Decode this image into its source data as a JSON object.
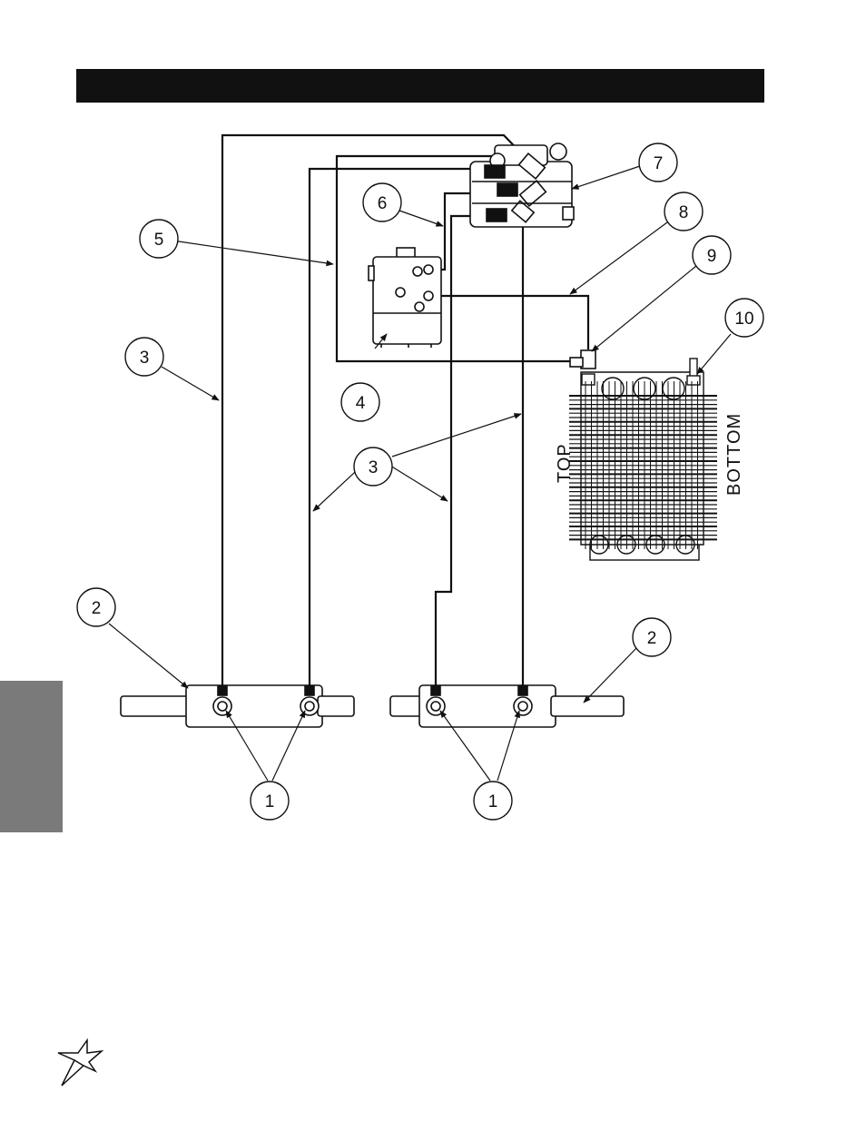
{
  "callouts": {
    "c1a": "1",
    "c1b": "1",
    "c2a": "2",
    "c2b": "2",
    "c3a": "3",
    "c3b": "3",
    "c4": "4",
    "c5": "5",
    "c6": "6",
    "c7": "7",
    "c8": "8",
    "c9": "9",
    "c10": "10"
  },
  "labels": {
    "top": "TOP",
    "bottom": "BOTTOM"
  },
  "colors": {
    "header_bar": "#111111",
    "side_tab": "#7a7a7a",
    "line": "#111111"
  },
  "icons": {
    "logo": "star-burst-logo-icon"
  }
}
